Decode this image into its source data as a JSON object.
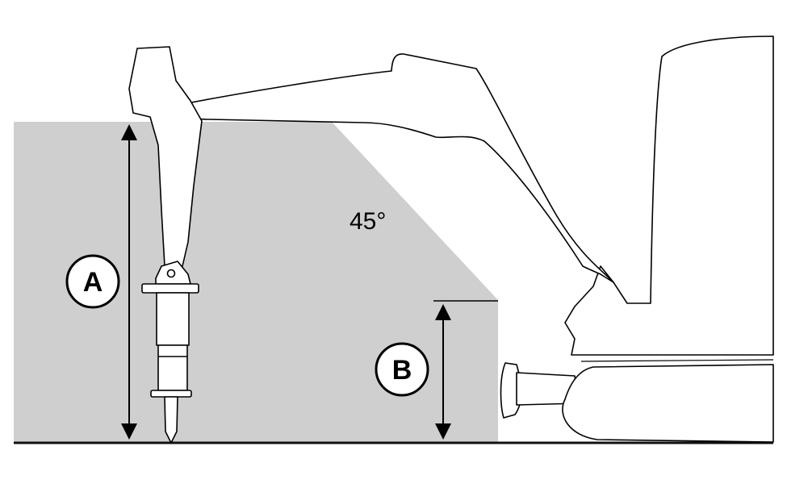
{
  "labels": {
    "height_a": "A",
    "height_b": "B",
    "angle": "45°"
  },
  "colors": {
    "zone_fill": "#cfcfcf",
    "outline": "#000000",
    "background": "#ffffff",
    "ground": "#111111"
  }
}
